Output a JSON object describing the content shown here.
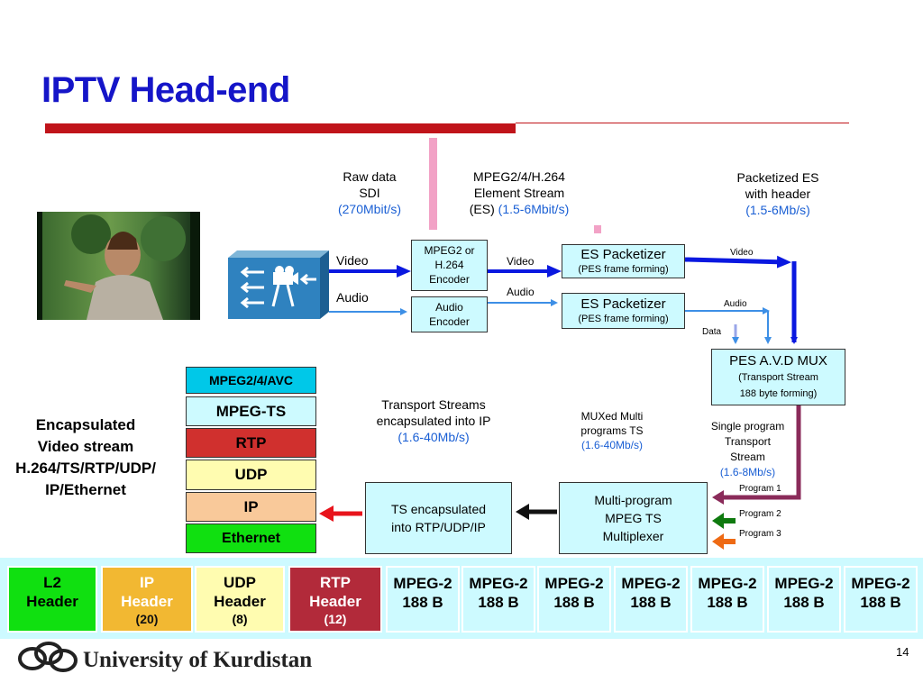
{
  "title": "IPTV Head-end",
  "labels": {
    "raw": [
      "Raw data",
      "SDI",
      "(270Mbit/s)"
    ],
    "es": [
      "MPEG2/4/H.264",
      "Element Stream",
      "(ES)",
      "(1.5-6Mbit/s)"
    ],
    "pes": [
      "Packetized ES",
      "with header",
      "(1.5-6Mb/s)"
    ],
    "video_in": "Video",
    "audio_in": "Audio",
    "video_mid": "Video",
    "audio_mid": "Audio",
    "video_small": "Video",
    "audio_small": "Audio",
    "data_small": "Data",
    "transport": [
      "Transport Streams",
      "encapsulated into IP",
      "(1.6-40Mb/s)"
    ],
    "muxed": [
      "MUXed Multi",
      "programs TS",
      "(1.6-40Mb/s)"
    ],
    "single": [
      "Single program",
      "Transport",
      "Stream",
      "(1.6-8Mb/s)"
    ],
    "program1": "Program 1",
    "program2": "Program 2",
    "program3": "Program 3",
    "encapsulated": [
      "Encapsulated",
      "Video stream",
      "H.264/TS/RTP/UDP/",
      "IP/Ethernet"
    ]
  },
  "boxes": {
    "encoder": [
      "MPEG2 or",
      "H.264",
      "Encoder"
    ],
    "audio_encoder": [
      "Audio",
      "Encoder"
    ],
    "es_pack_video": [
      "ES Packetizer",
      "(PES frame forming)"
    ],
    "es_pack_audio": [
      "ES Packetizer",
      "(PES frame forming)"
    ],
    "mux": [
      "PES A.V.D MUX",
      "(Transport Stream",
      "188 byte forming)"
    ],
    "multiplexer": [
      "Multi-program",
      "MPEG TS",
      "Multiplexer"
    ],
    "ts_encap": [
      "TS encapsulated",
      "into RTP/UDP/IP"
    ]
  },
  "stack": [
    "MPEG2/4/AVC",
    "MPEG-TS",
    "RTP",
    "UDP",
    "IP",
    "Ethernet"
  ],
  "packet": {
    "headers": [
      {
        "name": "L2",
        "sub": "Header",
        "size": ""
      },
      {
        "name": "IP",
        "sub": "Header",
        "size": "(20)"
      },
      {
        "name": "UDP",
        "sub": "Header",
        "size": "(8)"
      },
      {
        "name": "RTP",
        "sub": "Header",
        "size": "(12)"
      }
    ],
    "payload_label": "MPEG-2",
    "payload_size": "188 B"
  },
  "footer": {
    "university": "University of Kurdistan",
    "page": "14"
  },
  "colors": {
    "title": "#1515c8",
    "accent_red": "#c0141a",
    "box_fill": "#cdfaff",
    "arrow_blue": "#0a18e0",
    "arrow_light_blue": "#3d8fe6",
    "arrow_purple": "#8a2b5a",
    "arrow_red": "#e8141c",
    "arrow_green": "#0f7a0f",
    "arrow_orange": "#ee6a14"
  }
}
